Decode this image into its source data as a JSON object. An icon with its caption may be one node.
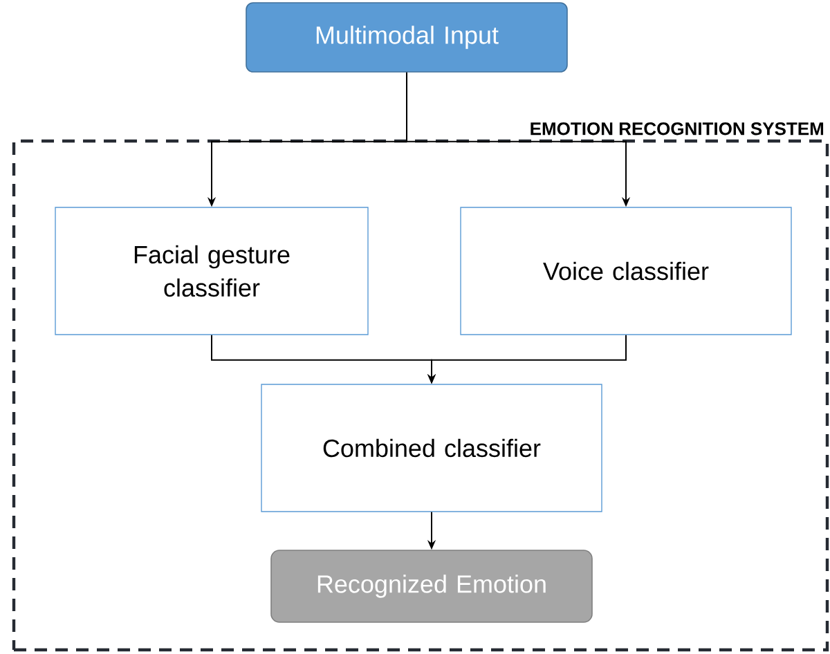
{
  "diagram": {
    "nodes": [
      {
        "text": [
          "Multimodal Input"
        ]
      },
      {
        "text": [
          "EMOTION RECOGNITION SYSTEM"
        ]
      },
      {
        "text": [
          "Facial gesture classifier"
        ],
        "in": 1
      },
      {
        "text": [
          "Voice classifier"
        ],
        "in": 1
      },
      {
        "text": [
          "Combined classifier"
        ],
        "in": 1
      },
      {
        "text": [
          "Recognized Emotion"
        ],
        "in": 1
      }
    ],
    "edges": [
      {
        "from": 0,
        "to": 2,
        "arrow": "to"
      },
      {
        "from": 0,
        "to": 3,
        "arrow": "to"
      },
      {
        "from": 2,
        "to": 4,
        "arrow": "to"
      },
      {
        "from": 3,
        "to": 4,
        "arrow": "to"
      },
      {
        "from": 4,
        "to": 5,
        "arrow": "to"
      }
    ]
  }
}
